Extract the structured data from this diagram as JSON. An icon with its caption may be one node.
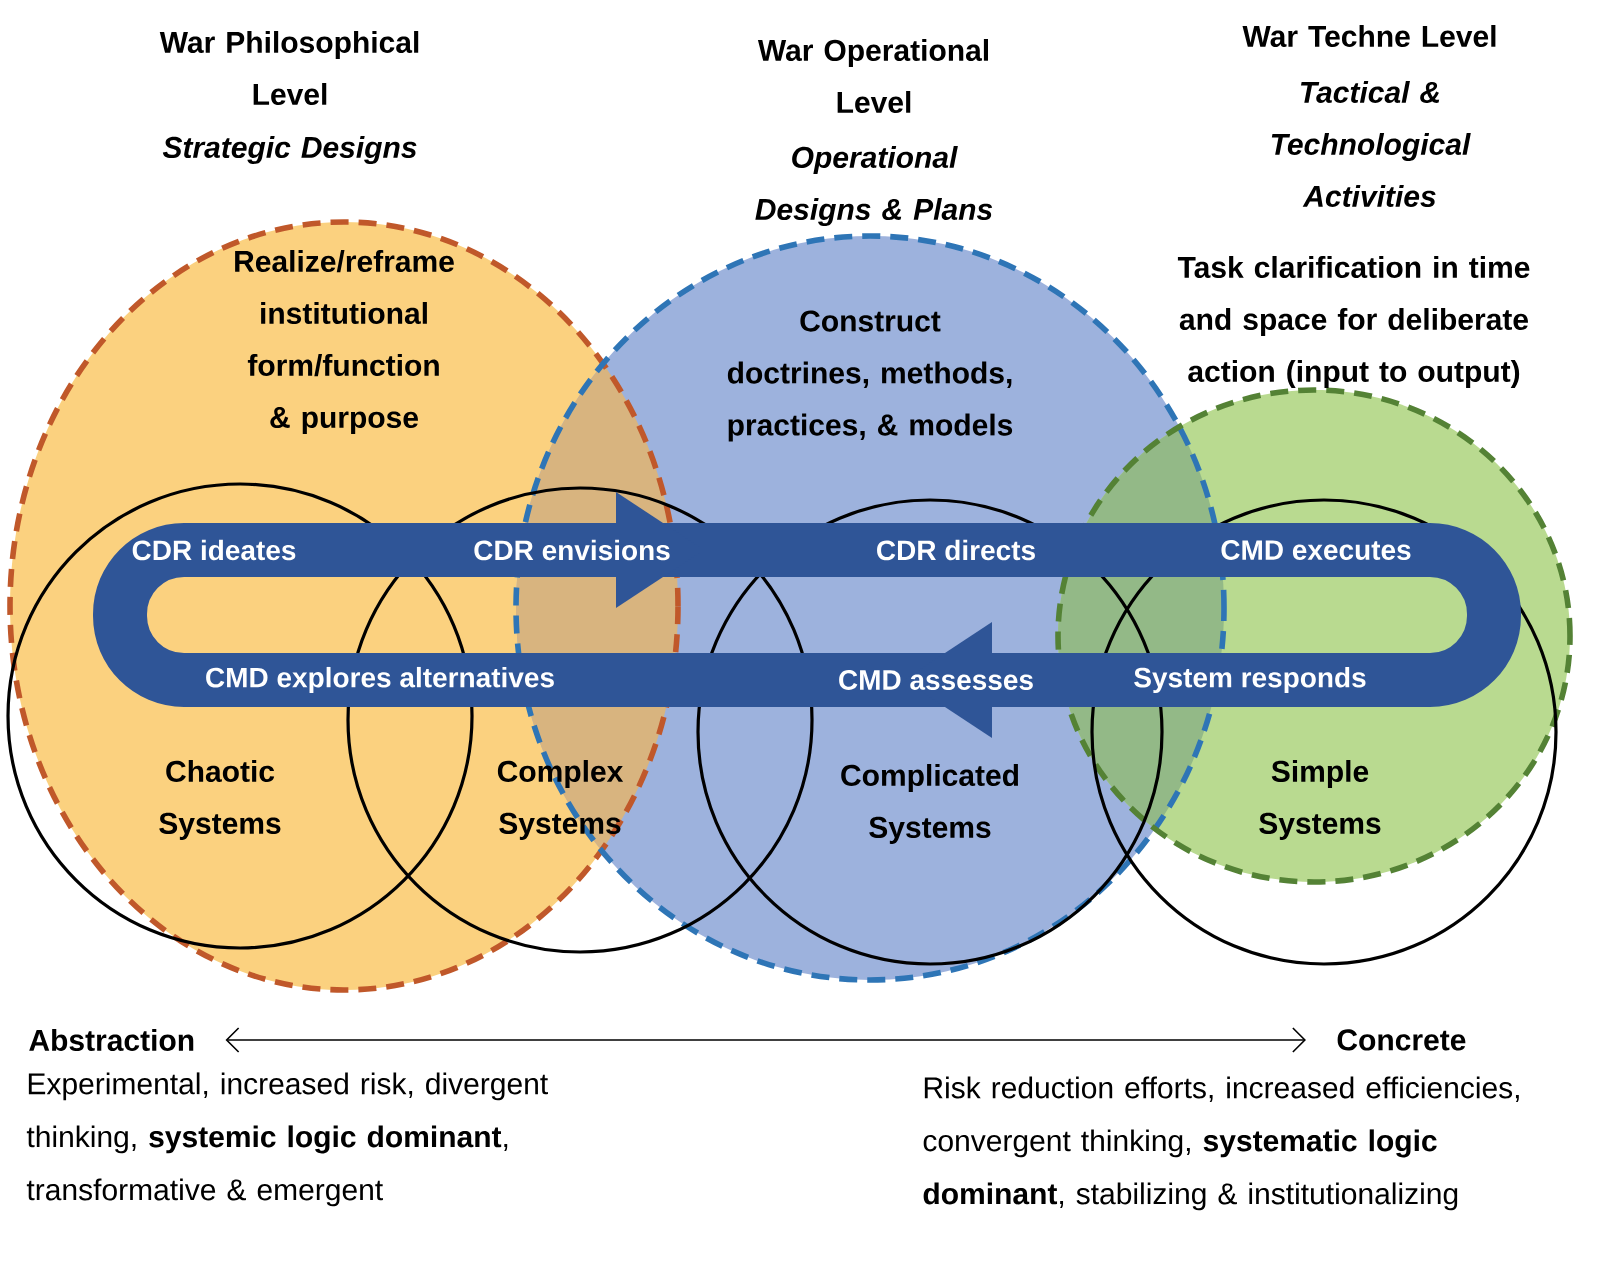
{
  "diagram": {
    "nodes": [
      {
        "text": [
          "War Philosophical Level",
          "Strategic Designs",
          "Realize/reframe institutional form/function & purpose"
        ]
      },
      {
        "text": [
          "War Operational Level",
          "Operational Designs & Plans",
          "Construct doctrines, methods, practices, & models"
        ]
      },
      {
        "text": [
          "Task clarification in time and space for deliberate action (input to output)"
        ]
      },
      {
        "text": [
          "Chaotic Systems"
        ],
        "in": 0
      },
      {
        "text": [
          "Complex Systems"
        ]
      },
      {
        "text": [
          "Complicated Systems"
        ],
        "in": 1
      },
      {
        "text": [
          "Simple Systems"
        ]
      },
      {
        "text": [
          "Abstraction"
        ]
      },
      {
        "text": [
          "Concrete"
        ]
      }
    ],
    "edges": [
      {
        "from": 7,
        "to": 8,
        "arrow": "both"
      }
    ],
    "labels": [
      "CDR ideates",
      "CDR envisions",
      "CDR directs",
      "CMD executes",
      "CMD explores alternatives",
      "CMD assesses",
      "System responds",
      "War Techne Level",
      "Tactical & Technological Activities",
      "Experimental, increased risk, divergent thinking, **systemic logic dominant**, transformative & emergent",
      "Risk reduction efforts, increased efficiencies, convergent thinking, **systematic logic dominant**, stabilizing & institutionalizing"
    ]
  }
}
